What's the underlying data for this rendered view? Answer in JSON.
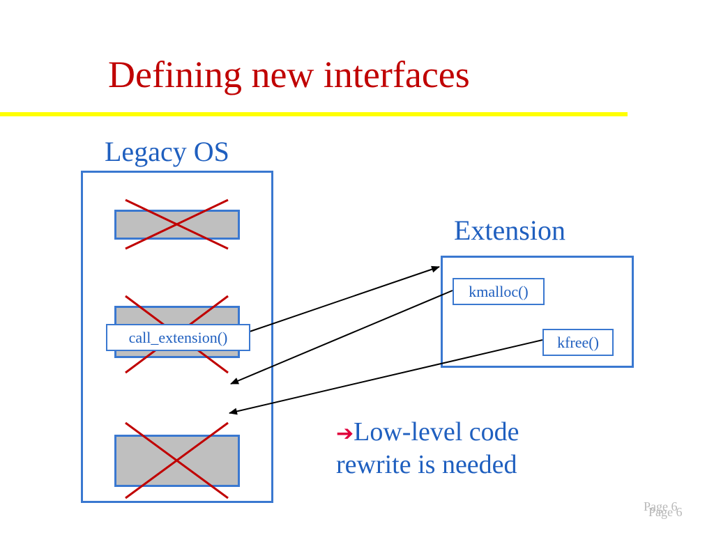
{
  "title": "Defining new interfaces",
  "legacy_os": {
    "label": "Legacy OS",
    "function_box": "call_extension()"
  },
  "extension": {
    "label": "Extension",
    "functions": [
      "kmalloc()",
      "kfree()"
    ]
  },
  "conclusion": {
    "bullet_icon": "right-arrow-icon",
    "line1": "Low-level code",
    "line2": "rewrite is needed"
  },
  "footer": {
    "page_label": "Page 6"
  },
  "colors": {
    "title": "#c00000",
    "accent_rule": "#ffff00",
    "box_border": "#3a78d0",
    "label_text": "#1f5fbf",
    "cross": "#c00000",
    "block_fill": "#bfbfbf",
    "bullet_arrow": "#e0003c"
  }
}
